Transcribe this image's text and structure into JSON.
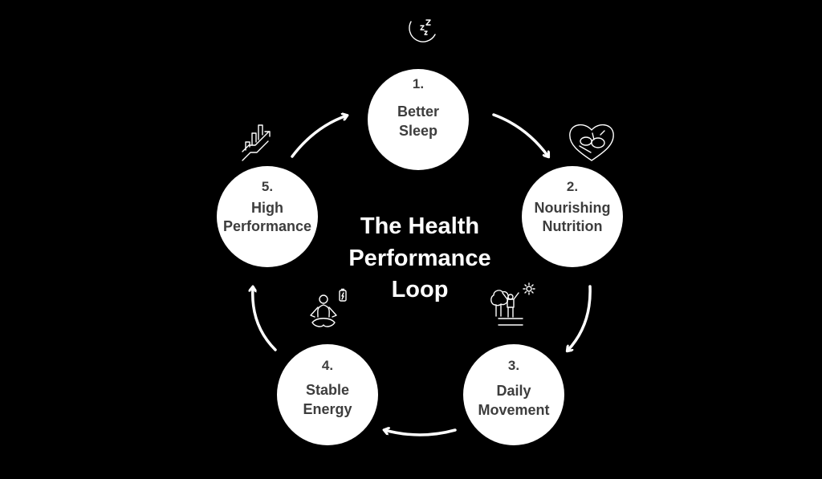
{
  "title": {
    "line1": "The Health",
    "line2": "Performance",
    "line3": "Loop"
  },
  "steps": [
    {
      "number": "1.",
      "line1": "Better",
      "line2": "Sleep",
      "icon": "moon-sleep-icon"
    },
    {
      "number": "2.",
      "line1": "Nourishing",
      "line2": "Nutrition",
      "icon": "heart-food-icon"
    },
    {
      "number": "3.",
      "line1": "Daily",
      "line2": "Movement",
      "icon": "outdoor-activity-icon"
    },
    {
      "number": "4.",
      "line1": "Stable",
      "line2": "Energy",
      "icon": "meditation-battery-icon"
    },
    {
      "number": "5.",
      "line1": "High",
      "line2": "Performance",
      "icon": "growth-chart-icon"
    }
  ],
  "colors": {
    "background": "#000000",
    "circle": "#ffffff",
    "circle_text": "#3d3d3d",
    "title": "#ffffff"
  }
}
